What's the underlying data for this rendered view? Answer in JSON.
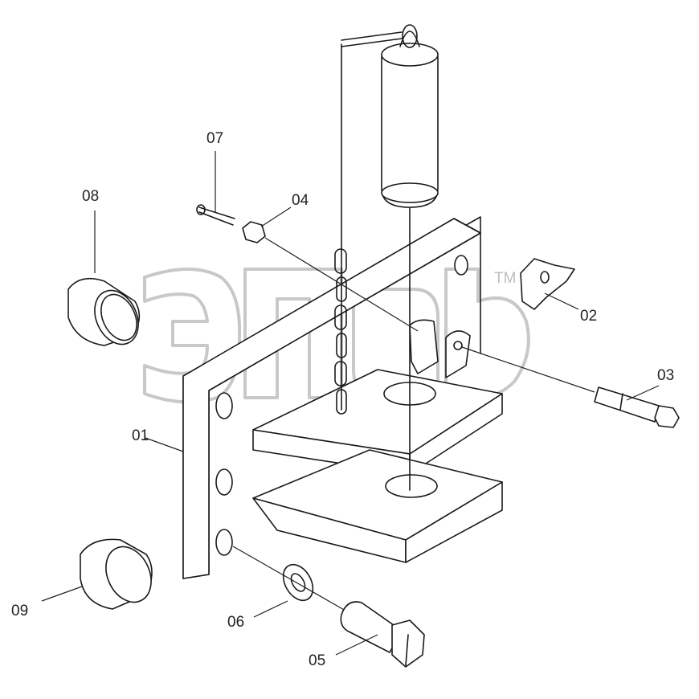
{
  "watermark": {
    "trademark": "TM"
  },
  "labels": {
    "p01": "01",
    "p02": "02",
    "p03": "03",
    "p04": "04",
    "p05": "05",
    "p06": "06",
    "p07": "07",
    "p08": "08",
    "p09": "09"
  }
}
